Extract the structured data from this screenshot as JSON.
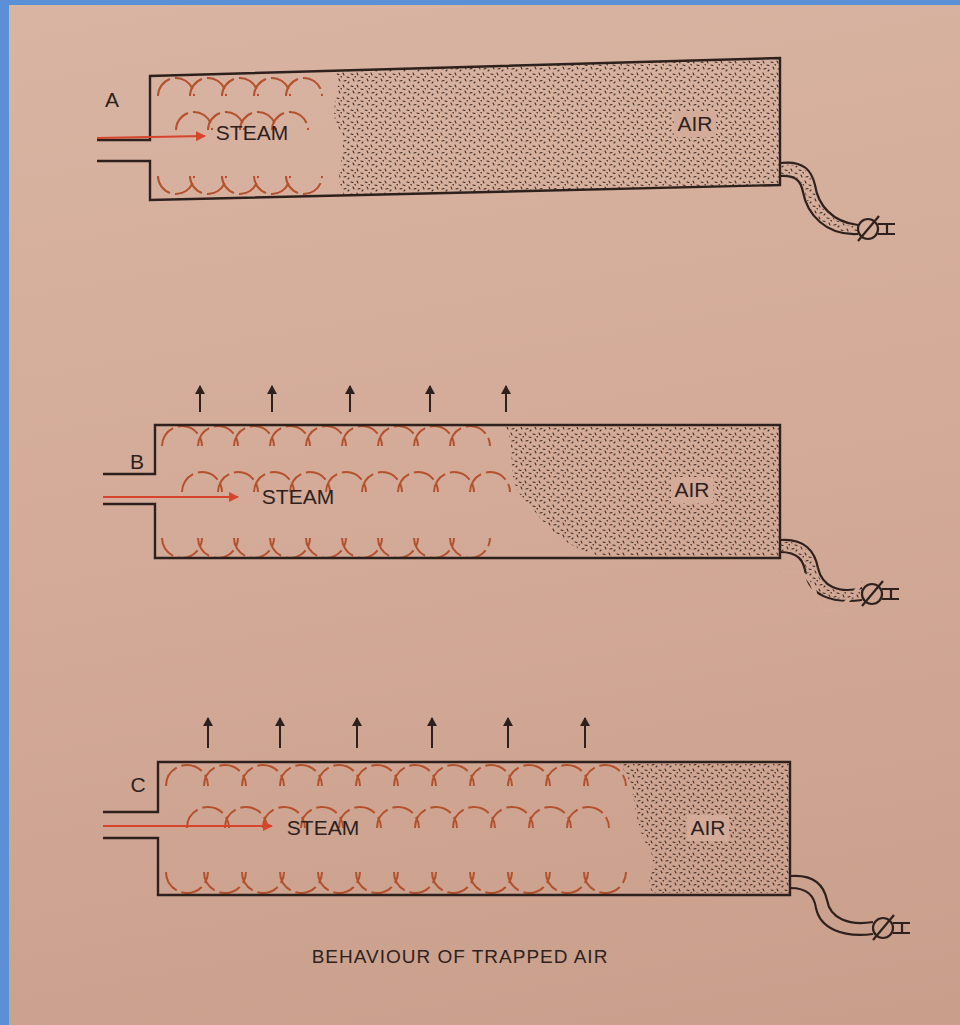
{
  "diagram": {
    "caption": "BEHAVIOUR OF TRAPPED AIR",
    "nodes": [
      {
        "text": [
          "A",
          "STEAM",
          "AIR"
        ]
      },
      {
        "text": [
          "B",
          "STEAM",
          "AIR"
        ]
      },
      {
        "text": [
          "C",
          "STEAM",
          "AIR"
        ]
      }
    ]
  }
}
